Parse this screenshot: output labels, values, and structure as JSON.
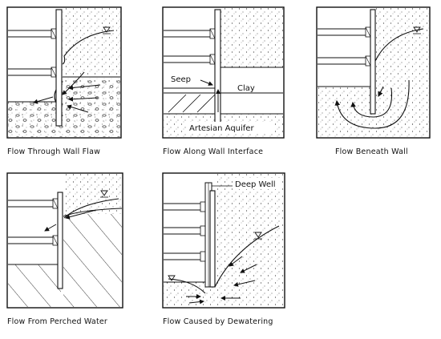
{
  "panels": [
    {
      "id": "wall-flaw",
      "caption": "Flow Through Wall Flaw",
      "labels": []
    },
    {
      "id": "wall-interface",
      "caption": "Flow Along Wall Interface",
      "labels": [
        "Seep",
        "Clay",
        "Artesian Aquifer"
      ]
    },
    {
      "id": "beneath-wall",
      "caption": "Flow Beneath Wall",
      "labels": []
    },
    {
      "id": "perched-water",
      "caption": "Flow From Perched Water",
      "labels": []
    },
    {
      "id": "dewatering",
      "caption": "Flow Caused by Dewatering",
      "labels": [
        "Deep Well"
      ]
    }
  ],
  "icons": [
    "water-table-icon",
    "flow-arrow-icon"
  ]
}
